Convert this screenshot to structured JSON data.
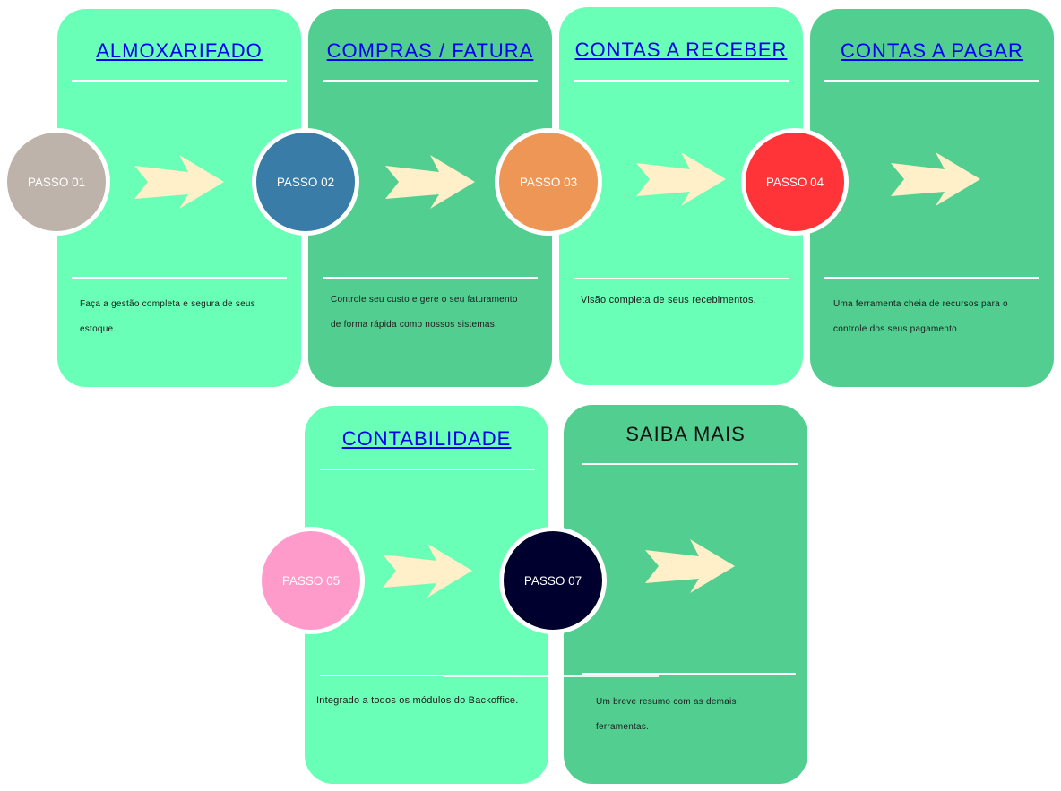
{
  "colors": {
    "card_light": "#6AFFB6",
    "card_dark": "#52CE91",
    "arrow": "#FFF0C9",
    "link": "#0000EE",
    "divider": "#FFFFFF"
  },
  "cards": [
    {
      "title": "ALMOXARIFADO",
      "title_is_link": true,
      "description": [
        "Faça a gestão completa e segura de seus",
        "estoque."
      ]
    },
    {
      "title": "COMPRAS / FATURA",
      "title_is_link": true,
      "description": [
        "Controle seu custo e gere o seu faturamento",
        "de forma rápida como nossos sistemas."
      ]
    },
    {
      "title": "CONTAS A RECEBER",
      "title_is_link": true,
      "description": [
        "Visão completa de seus recebimentos."
      ]
    },
    {
      "title": "CONTAS A PAGAR",
      "title_is_link": true,
      "description": [
        "Uma ferramenta cheia de recursos para o",
        "controle dos seus pagamento"
      ]
    },
    {
      "title": "CONTABILIDADE",
      "title_is_link": true,
      "description": [
        "Integrado a todos os módulos do Backoffice."
      ]
    },
    {
      "title": "SAIBA MAIS",
      "title_is_link": false,
      "description": [
        "Um breve resumo com as demais",
        "ferramentas."
      ]
    }
  ],
  "steps": [
    {
      "label": "PASSO 01",
      "color": "#BDB3AA"
    },
    {
      "label": "PASSO 02",
      "color": "#3A7CA8"
    },
    {
      "label": "PASSO 03",
      "color": "#EE9655"
    },
    {
      "label": "PASSO 04",
      "color": "#FF3438"
    },
    {
      "label": "PASSO 05",
      "color": "#FF9BCB"
    },
    {
      "label": "PASSO 07",
      "color": "#00002F"
    }
  ],
  "arrows": [
    {
      "icon": "arrow-right-icon"
    },
    {
      "icon": "arrow-right-icon"
    },
    {
      "icon": "arrow-right-icon"
    },
    {
      "icon": "arrow-right-icon"
    },
    {
      "icon": "arrow-right-icon"
    },
    {
      "icon": "arrow-right-icon"
    }
  ]
}
